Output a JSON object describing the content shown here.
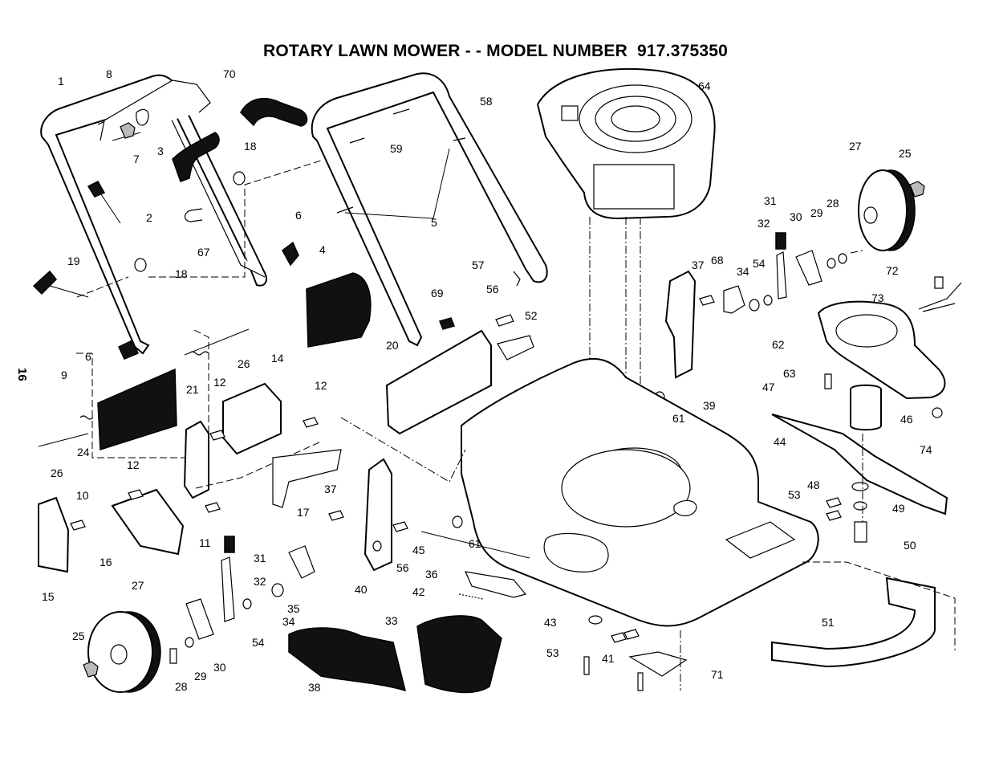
{
  "header": {
    "title_prefix": "ROTARY LAWN MOWER - - MODEL NUMBER",
    "model_number": "917.375350"
  },
  "page_number": "16",
  "callouts": [
    "1",
    "8",
    "70",
    "58",
    "64",
    "3",
    "7",
    "59",
    "18",
    "27",
    "25",
    "2",
    "67",
    "6",
    "5",
    "31",
    "32",
    "30",
    "29",
    "28",
    "19",
    "18",
    "4",
    "57",
    "37",
    "68",
    "34",
    "54",
    "72",
    "73",
    "69",
    "56",
    "52",
    "62",
    "6",
    "26",
    "20",
    "9",
    "21",
    "12",
    "14",
    "12",
    "63",
    "39",
    "61",
    "47",
    "24",
    "26",
    "46",
    "74",
    "44",
    "12",
    "37",
    "53",
    "48",
    "10",
    "11",
    "17",
    "61",
    "49",
    "45",
    "50",
    "16",
    "56",
    "15",
    "31",
    "36",
    "32",
    "40",
    "35",
    "42",
    "27",
    "34",
    "43",
    "51",
    "25",
    "54",
    "33",
    "30",
    "53",
    "29",
    "41",
    "71",
    "28",
    "38"
  ]
}
